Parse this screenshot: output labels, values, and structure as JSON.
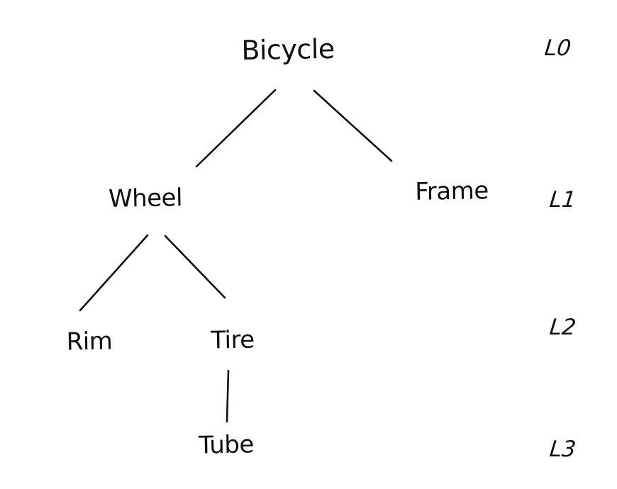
{
  "diagram": {
    "type": "tree",
    "subject": "Bicycle component hierarchy",
    "ink_color": "#111111",
    "background_color": "#ffffff",
    "nodes": [
      {
        "id": "bicycle",
        "label": "Bicycle",
        "level": "L0",
        "parent": null
      },
      {
        "id": "wheel",
        "label": "Wheel",
        "level": "L1",
        "parent": "bicycle"
      },
      {
        "id": "frame",
        "label": "Frame",
        "level": "L1",
        "parent": "bicycle"
      },
      {
        "id": "rim",
        "label": "Rim",
        "level": "L2",
        "parent": "wheel"
      },
      {
        "id": "tire",
        "label": "Tire",
        "level": "L2",
        "parent": "wheel"
      },
      {
        "id": "tube",
        "label": "Tube",
        "level": "L3",
        "parent": "tire"
      }
    ],
    "edges": [
      {
        "from": "bicycle",
        "to": "wheel"
      },
      {
        "from": "bicycle",
        "to": "frame"
      },
      {
        "from": "wheel",
        "to": "rim"
      },
      {
        "from": "wheel",
        "to": "tire"
      },
      {
        "from": "tire",
        "to": "tube"
      }
    ],
    "level_labels": [
      {
        "label": "L0"
      },
      {
        "label": "L1"
      },
      {
        "label": "L2"
      },
      {
        "label": "L3"
      }
    ]
  }
}
